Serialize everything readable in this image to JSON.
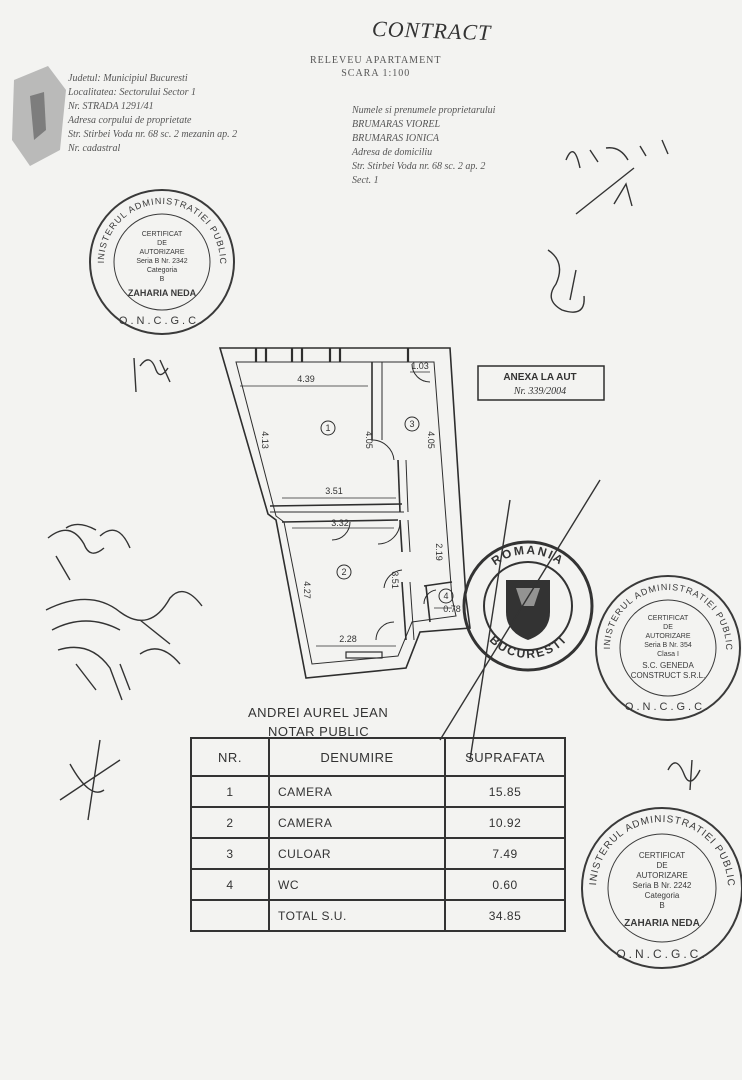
{
  "document": {
    "title_top": "CONTRACT",
    "subtitle_line1": "RELEVEU APARTAMENT",
    "subtitle_line2": "SCARA 1:100",
    "left_header": [
      "Judetul: Municipiul Bucuresti",
      "Localitatea: Sectorului Sector 1",
      "Nr. STRADA 1291/41",
      "Adresa corpului de proprietate",
      "Str. Stirbei Voda nr. 68 sc. 2 mezanin ap. 2",
      "Nr. cadastral"
    ],
    "right_header": [
      "Numele si prenumele proprietarului",
      "BRUMARAS VIOREL",
      "BRUMARAS IONICA",
      "Adresa de domiciliu",
      "Str. Stirbei Voda nr. 68 sc. 2 ap. 2",
      "Sect. 1"
    ]
  },
  "floorplan": {
    "dims": {
      "top_width": "4.39",
      "top_right": "1.03",
      "left_side": "4.13",
      "mid_wall": "4.05",
      "right_side": "4.05",
      "mid_width": "3.51",
      "lower_width": "3.32",
      "lower_left": "4.27",
      "lower_mid": "3.51",
      "lower_right": "2.19",
      "bottom_width": "2.28",
      "wc_width": "0.78"
    },
    "rooms": [
      "1",
      "2",
      "3",
      "4"
    ]
  },
  "annex_stamp": {
    "label": "ANEXA LA AUT",
    "number": "Nr. 339/2004"
  },
  "stamps": {
    "s1": {
      "ring": "MINISTERUL ADMINISTRATIEI PUBLICE",
      "l1": "CERTIFICAT",
      "l2": "DE",
      "l3": "AUTORIZARE",
      "l4": "Seria B Nr. 2342",
      "l5": "Categoria",
      "l6": "B",
      "l7": "ZAHARIA NEDA",
      "bottom": "O.N.C.G.C."
    },
    "s2": {
      "ring": "MINISTERUL ADMINISTRATIEI PUBLICE",
      "l1": "CERTIFICAT",
      "l2": "DE",
      "l3": "AUTORIZARE",
      "l4": "Seria B Nr. 354",
      "l5": "Clasa I",
      "l6": "S.C. GENEDA",
      "l7": "CONSTRUCT S.R.L.",
      "bottom": "O.N.C.G.C."
    },
    "s3": {
      "ring": "MINISTERUL ADMINISTRATIEI PUBLICE",
      "l1": "CERTIFICAT",
      "l2": "DE",
      "l3": "AUTORIZARE",
      "l4": "Seria B Nr. 2242",
      "l5": "Categoria",
      "l6": "B",
      "l7": "ZAHARIA NEDA",
      "bottom": "O.N.C.G.C."
    },
    "s4": {
      "ring_top": "ROMANIA",
      "ring_bottom": "BUCURESTI"
    }
  },
  "notary": {
    "name": "ANDREI AUREL JEAN",
    "role": "NOTAR PUBLIC"
  },
  "table": {
    "headers": [
      "NR.",
      "DENUMIRE",
      "SUPRAFATA"
    ],
    "rows": [
      {
        "nr": "1",
        "name": "CAMERA",
        "area": "15.85"
      },
      {
        "nr": "2",
        "name": "CAMERA",
        "area": "10.92"
      },
      {
        "nr": "3",
        "name": "CULOAR",
        "area": "7.49"
      },
      {
        "nr": "4",
        "name": "WC",
        "area": "0.60"
      }
    ],
    "total": {
      "label": "TOTAL  S.U.",
      "area": "34.85"
    }
  },
  "colors": {
    "ink": "#2a2a2a",
    "stamp": "#3a3a3a",
    "paper": "#f3f3f1"
  }
}
